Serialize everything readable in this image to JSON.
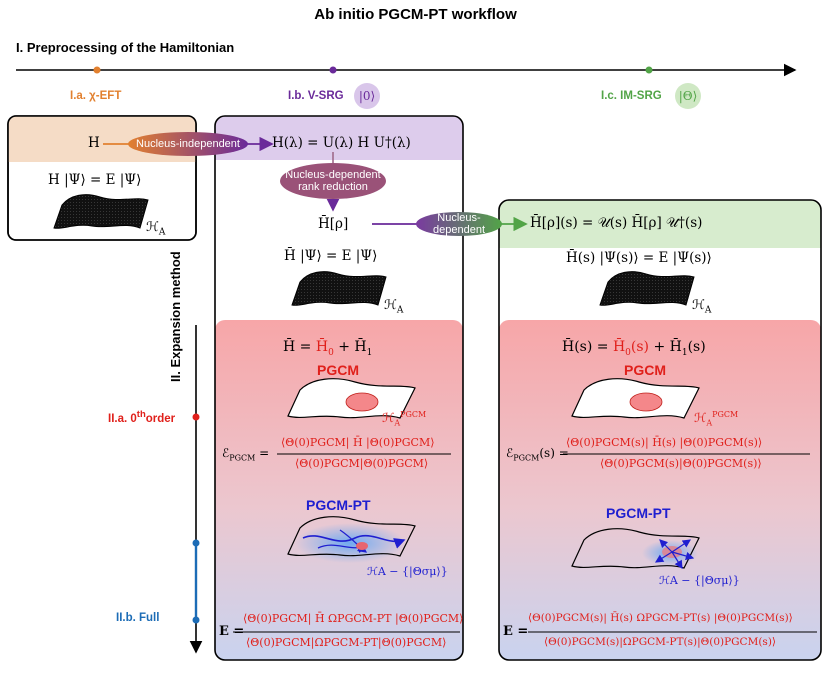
{
  "title": "Ab initio PGCM-PT workflow",
  "section1": "I. Preprocessing of the Hamiltonian",
  "section2": "II. Expansion method",
  "stages": {
    "a": "I.a. χ-EFT",
    "b": "I.b. V-SRG",
    "b_ket": "|0⟩",
    "c": "I.c. IM-SRG",
    "c_ket": "|Θ⟩"
  },
  "vertical_labels": {
    "zeroth_pre": "II.a. 0",
    "zeroth_sup": "th",
    "zeroth_post": "order",
    "full": "II.b. Full"
  },
  "ovals": {
    "independent": "Nucleus-independent",
    "rank_line1": "Nucleus-dependent",
    "rank_line2": "rank reduction",
    "dependent": "Nucleus-dependent"
  },
  "box_a": {
    "H": "H",
    "eq": "H |Ψ⟩ = E |Ψ⟩",
    "space": "ℋ",
    "space_sub": "A"
  },
  "box_b": {
    "srg": "H(λ) = U(λ) H U†(λ)",
    "hbar_rho": "H̄[ρ]",
    "eq": "H̄ |Ψ⟩ = E |Ψ⟩",
    "space": "ℋ",
    "space_sub": "A",
    "split_lhs": "H̄ = ",
    "split_h0": "H̄",
    "split_h0_sub": "0",
    "split_h1": " + H̄",
    "split_h1_sub": "1",
    "pgcm": "PGCM",
    "pgcm_space": "ℋ",
    "pgcm_space_sup": "PGCM",
    "pgcm_space_sub": "A",
    "energy_lhs": "ℰ",
    "energy_lhs_sub": "PGCM",
    "energy_num": "⟨Θ(0)PGCM| H̄ |Θ(0)PGCM⟩",
    "energy_den": "⟨Θ(0)PGCM|Θ(0)PGCM⟩",
    "pgcmpt": "PGCM-PT",
    "pt_space": "ℋA − {|Θσμ⟩}",
    "full_lhs": "E =",
    "full_num": "⟨Θ(0)PGCM| H̄ ΩPGCM-PT |Θ(0)PGCM⟩",
    "full_den": "⟨Θ(0)PGCM|ΩPGCM-PT|Θ(0)PGCM⟩"
  },
  "box_c": {
    "imsrg": "H̄[ρ](s) = 𝒰(s) H̄[ρ] 𝒰†(s)",
    "eq": "H̄(s) |Ψ(s)⟩ = E |Ψ(s)⟩",
    "space": "ℋ",
    "space_sub": "A",
    "split_lhs": "H̄(s) = ",
    "split_h0": "H̄",
    "split_h0_sub": "0",
    "split_h0_post": "(s)",
    "split_h1": " + H̄",
    "split_h1_sub": "1",
    "split_h1_post": "(s)",
    "pgcm": "PGCM",
    "pgcm_space": "ℋ",
    "pgcm_space_sup": "PGCM",
    "pgcm_space_sub": "A",
    "energy_lhs": "ℰ",
    "energy_lhs_sub": "PGCM",
    "energy_lhs_post": "(s) =",
    "energy_num": "⟨Θ(0)PGCM(s)| H̄(s) |Θ(0)PGCM(s)⟩",
    "energy_den": "⟨Θ(0)PGCM(s)|Θ(0)PGCM(s)⟩",
    "pgcmpt": "PGCM-PT",
    "pt_space": "ℋA − {|Θσμ⟩}",
    "full_lhs": "E =",
    "full_num": "⟨Θ(0)PGCM(s)| H̄(s) ΩPGCM-PT(s) |Θ(0)PGCM(s)⟩",
    "full_den": "⟨Θ(0)PGCM(s)|ΩPGCM-PT(s)|Θ(0)PGCM(s)⟩"
  },
  "colors": {
    "chi_eft": "#e2802f",
    "vsrg": "#6a2a9a",
    "imsrg": "#52a447",
    "red": "#e0201b",
    "blue": "#1f1fd0",
    "axis_blue": "#1c6cb6"
  }
}
